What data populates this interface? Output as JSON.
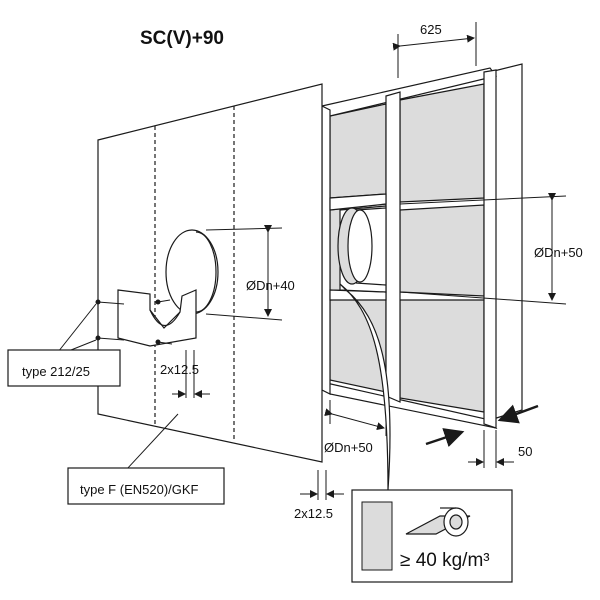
{
  "diagram": {
    "title": "SC(V)+90",
    "labels": {
      "dim_625": "625",
      "dim_dn50_right": "ØDn+50",
      "dim_dn40": "ØDn+40",
      "type_212": "type 212/25",
      "dim_2x12_left": "2x12.5",
      "dim_dn50_bottom": "ØDn+50",
      "dim_50": "50",
      "dim_2x12_bottom": "2x12.5",
      "type_f": "type F (EN520)/GKF",
      "density": "≥ 40 kg/m³"
    },
    "colors": {
      "line": "#1a1a1a",
      "insulation": "#dcdcdc",
      "panel": "#ffffff"
    }
  }
}
